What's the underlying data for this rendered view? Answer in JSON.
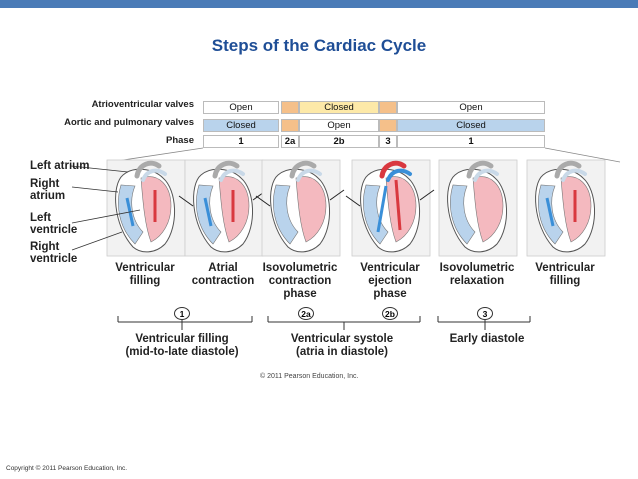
{
  "title": "Steps of the Cardiac Cycle",
  "table": {
    "rows": [
      {
        "label": "Atrioventricular valves",
        "cells": [
          {
            "text": "Open",
            "color": "#ffffff"
          },
          {
            "text": "",
            "color": "#f5c08a"
          },
          {
            "text": "Closed",
            "color": "#fde9a8"
          },
          {
            "text": "",
            "color": "#f5c08a"
          },
          {
            "text": "Open",
            "color": "#ffffff"
          }
        ]
      },
      {
        "label": "Aortic and pulmonary valves",
        "cells": [
          {
            "text": "Closed",
            "color": "#b9d3ec"
          },
          {
            "text": "",
            "color": "#f5c08a"
          },
          {
            "text": "Open",
            "color": "#ffffff"
          },
          {
            "text": "",
            "color": "#f5c08a"
          },
          {
            "text": "Closed",
            "color": "#b9d3ec"
          }
        ]
      },
      {
        "label": "Phase",
        "cells": [
          {
            "text": "1",
            "color": "#ffffff"
          },
          {
            "text": "2a",
            "color": "#ffffff"
          },
          {
            "text": "2b",
            "color": "#ffffff"
          },
          {
            "text": "3",
            "color": "#ffffff"
          },
          {
            "text": "1",
            "color": "#ffffff"
          }
        ]
      }
    ]
  },
  "side_labels": {
    "left_atrium": "Left atrium",
    "right_atrium": "Right\natrium",
    "left_ventricle": "Left\nventricle",
    "right_ventricle": "Right\nventricle"
  },
  "stages": [
    "Ventricular\nfilling",
    "Atrial\ncontraction",
    "Isovolumetric\ncontraction\nphase",
    "Ventricular\nejection\nphase",
    "Isovolumetric\nrelaxation",
    "Ventricular\nfilling"
  ],
  "phase_markers": [
    "1",
    "2a",
    "2b",
    "3"
  ],
  "groups": [
    "Ventricular filling\n(mid-to-late diastole)",
    "Ventricular systole\n(atria in diastole)",
    "Early diastole"
  ],
  "pearson_credit": "© 2011 Pearson Education, Inc.",
  "footer": "Copyright © 2011 Pearson Education, Inc.",
  "colors": {
    "brand_blue": "#1f4e96",
    "blood_red": "#d9383f",
    "blood_blue": "#3a8fd8",
    "pink": "#f4b9bf",
    "light_blue": "#b9d3ec"
  }
}
